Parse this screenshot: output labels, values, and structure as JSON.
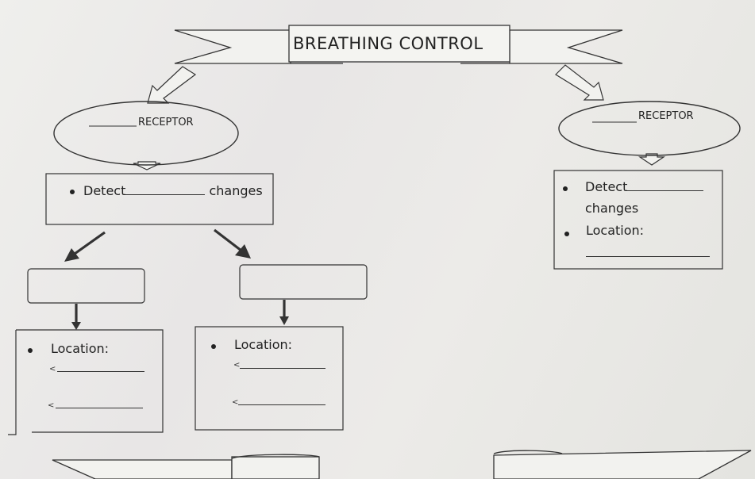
{
  "title": "BREATHING CONTROL",
  "left_receptor": {
    "label": "RECEPTOR"
  },
  "right_receptor": {
    "label": "RECEPTOR"
  },
  "left_detect_box": {
    "detect_word": "Detect",
    "changes_word": "changes"
  },
  "right_detect_box": {
    "detect_word": "Detect",
    "changes_word": "changes",
    "location_label": "Location:"
  },
  "left_location_box": {
    "label": "Location:",
    "marker_1": "<",
    "marker_2": "<"
  },
  "middle_location_box": {
    "label": "Location:",
    "marker_1": "<",
    "marker_2": "<"
  },
  "colors": {
    "paper": "#ecebe8",
    "ink": "#222222"
  }
}
